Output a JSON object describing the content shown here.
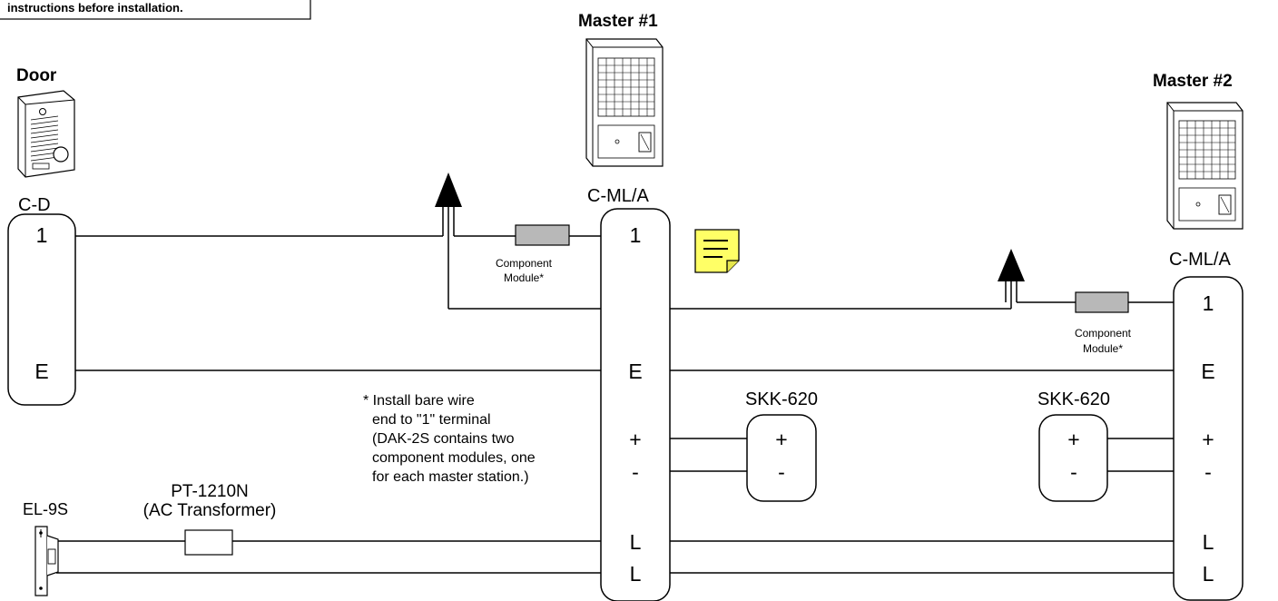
{
  "notice": {
    "text": "instructions before installation."
  },
  "labels": {
    "door": "Door",
    "master1": "Master #1",
    "master2": "Master #2",
    "cd": "C-D",
    "cml_1": "C-ML/A",
    "cml_2": "C-ML/A",
    "skk_1": "SKK-620",
    "skk_2": "SKK-620",
    "el9s": "EL-9S",
    "pt_model": "PT-1210N",
    "pt_desc": "(AC Transformer)"
  },
  "terminals": {
    "door": [
      "1",
      "E"
    ],
    "master1": [
      "1",
      "E",
      "+",
      "-",
      "L",
      "L"
    ],
    "master2": [
      "1",
      "E",
      "+",
      "-",
      "L",
      "L"
    ],
    "skk1": [
      "+",
      "-"
    ],
    "skk2": [
      "+",
      "-"
    ]
  },
  "component_module": {
    "line1": "Component",
    "line2": "Module*"
  },
  "footnote": [
    "* Install bare wire",
    "end to \"1\" terminal",
    "(DAK-2S contains two",
    "component modules, one",
    "for each master station.)"
  ],
  "colors": {
    "note_icon": "#ffff66",
    "module_fill": "#b8b8b8",
    "wire": "#000000"
  }
}
